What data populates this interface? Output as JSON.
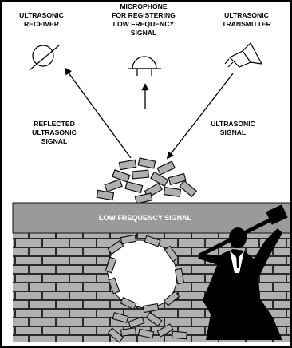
{
  "labels": {
    "receiver": [
      "ULTRASONIC",
      "RECEIVER"
    ],
    "microphone": [
      "MICROPHONE",
      "FOR REGISTERING",
      "LOW FREQUENCY",
      "SIGNAL"
    ],
    "transmitter": [
      "ULTRASONIC",
      "TRANSMITTER"
    ],
    "reflected": [
      "REFLECTED",
      "ULTRASONIC",
      "SIGNAL"
    ],
    "ultrasonic_signal": [
      "ULTRASONIC",
      "SIGNAL"
    ],
    "low_frequency_signal": "LOW FREQUENCY SIGNAL"
  },
  "icons": {
    "receiver": "ultrasonic-receiver-icon",
    "microphone": "microphone-icon",
    "transmitter": "ultrasonic-transmitter-icon",
    "man": "man-with-sledgehammer-icon"
  },
  "colors": {
    "wall_top": "#9a9a9a",
    "brick": "#b0b0b0",
    "mortar": "#2a2a2a",
    "figure": "#000000"
  }
}
